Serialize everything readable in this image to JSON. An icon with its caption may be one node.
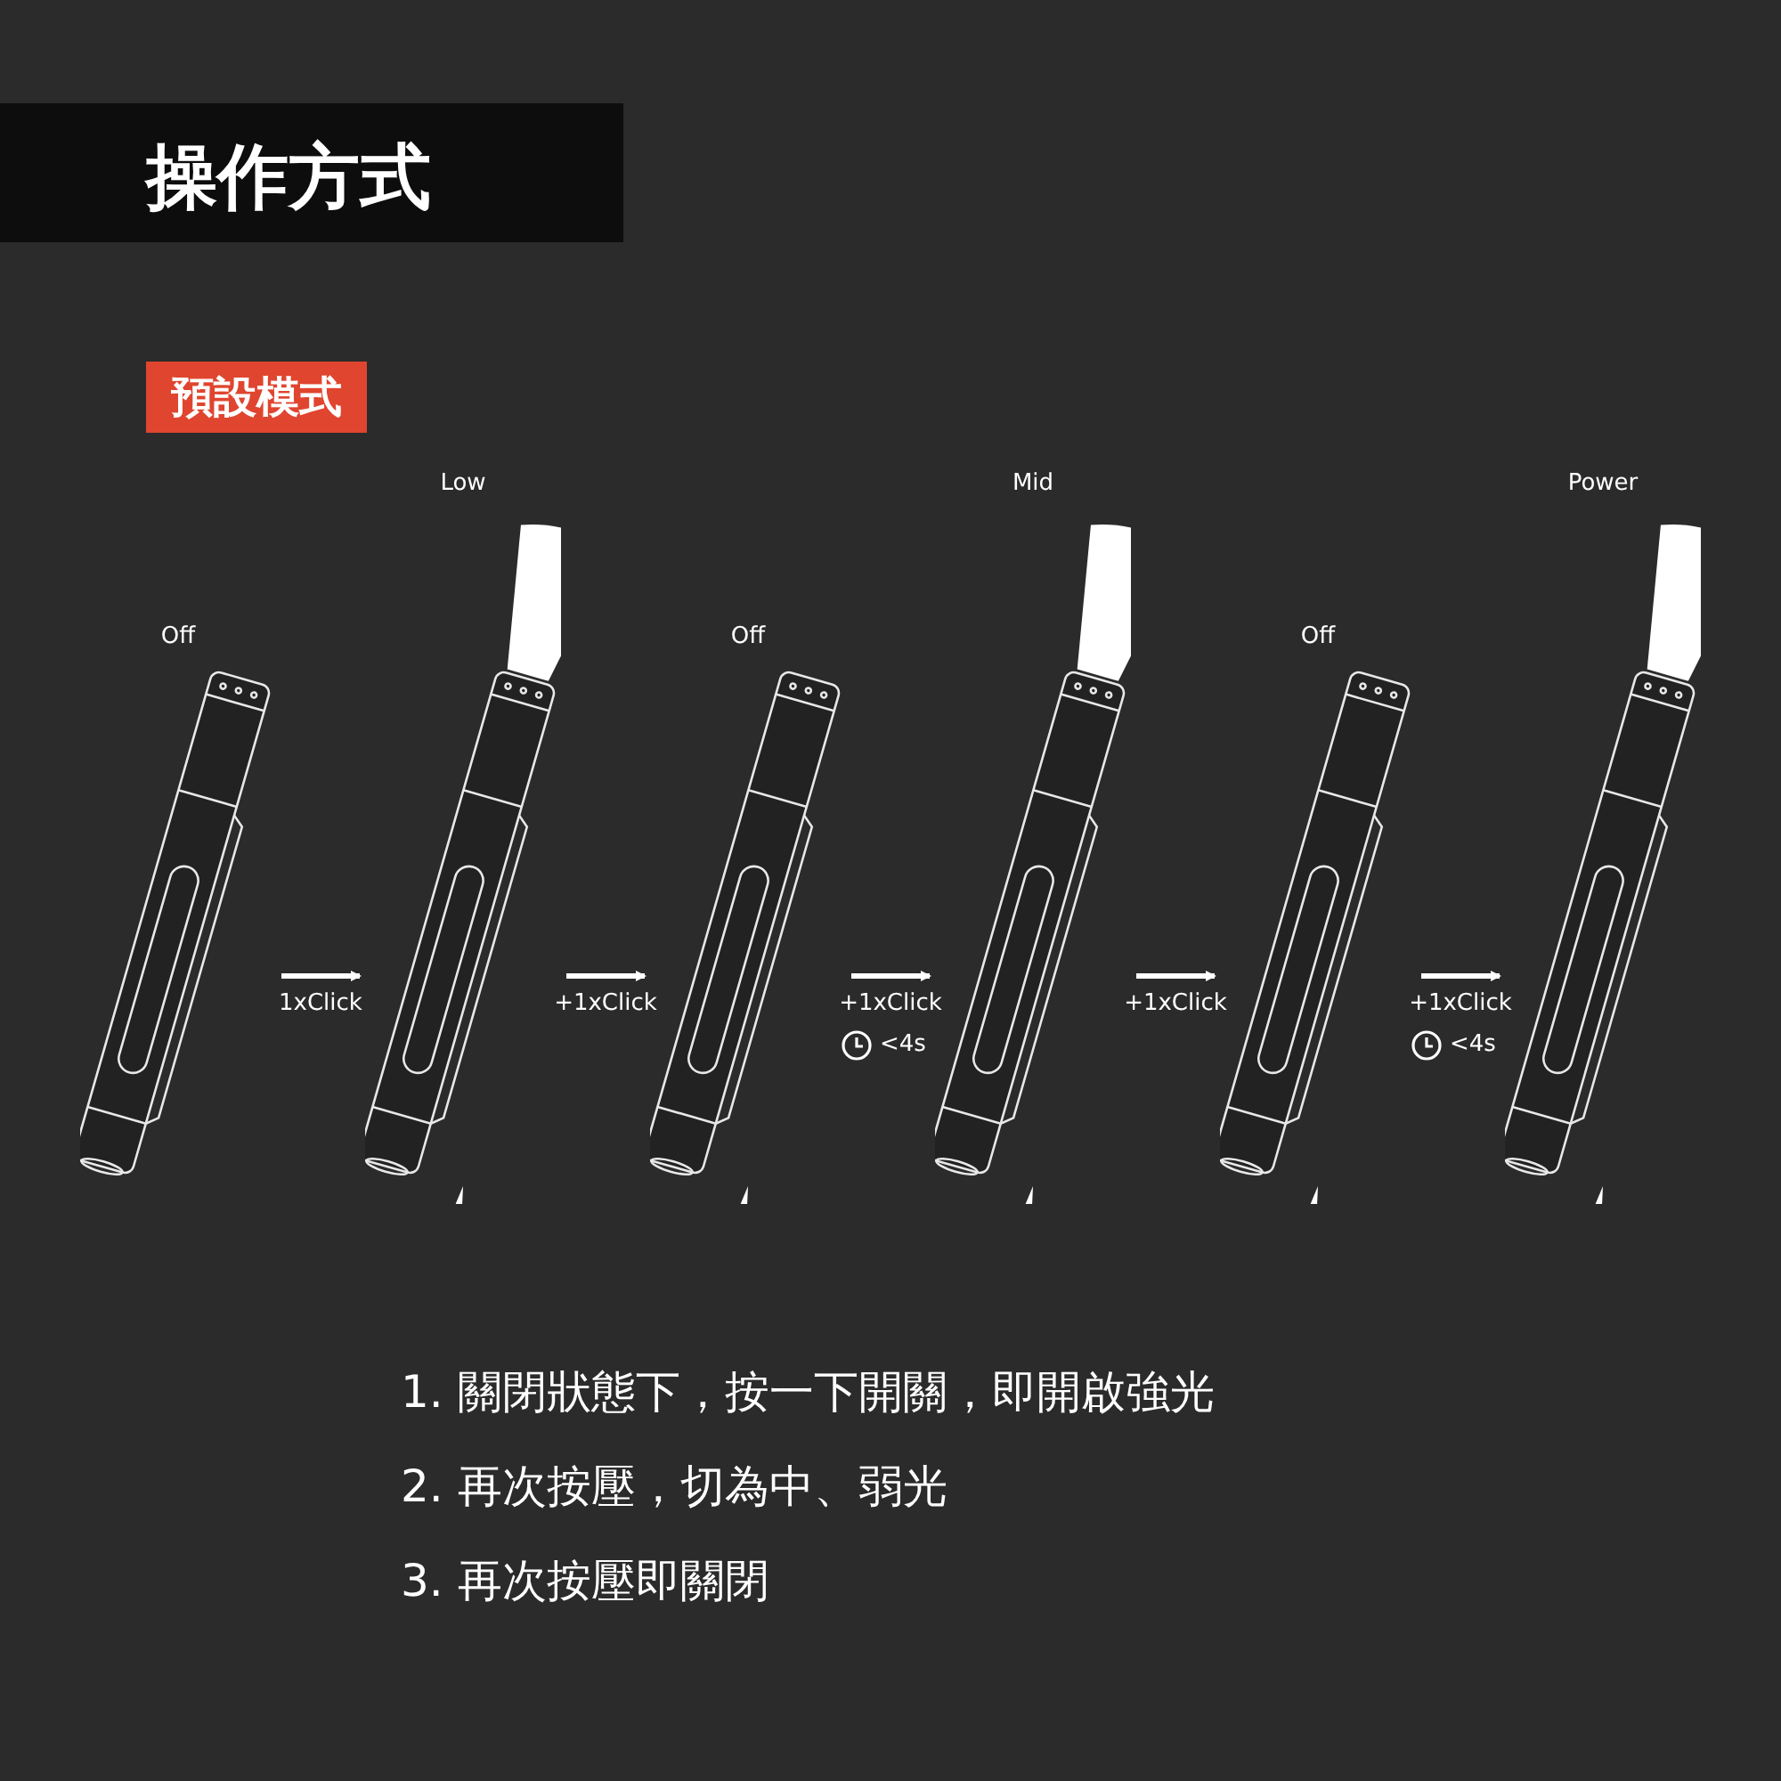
{
  "diagram": {
    "title": "操作方式",
    "nodes": [
      {
        "text": [
          "Off"
        ]
      },
      {
        "text": [
          "Low"
        ]
      },
      {
        "text": [
          "Off"
        ]
      },
      {
        "text": [
          "Mid"
        ]
      },
      {
        "text": [
          "Off"
        ]
      },
      {
        "text": [
          "Power"
        ]
      }
    ],
    "edges": [
      {
        "from": 0,
        "to": 1,
        "arrow": "to",
        "label": "1xClick"
      },
      {
        "from": 1,
        "to": 2,
        "arrow": "to",
        "label": "+1xClick"
      },
      {
        "from": 2,
        "to": 3,
        "arrow": "to",
        "label": "+1xClick"
      },
      {
        "from": 3,
        "to": 4,
        "arrow": "to",
        "label": "+1xClick"
      },
      {
        "from": 4,
        "to": 5,
        "arrow": "to",
        "label": "+1xClick"
      }
    ],
    "labels": [
      "預設模式",
      "<4s",
      "<4s",
      "1. 關閉狀態下，按一下開關，即開啟強光",
      "2. 再次按壓，切為中、弱光",
      "3. 再次按壓即關閉"
    ]
  }
}
